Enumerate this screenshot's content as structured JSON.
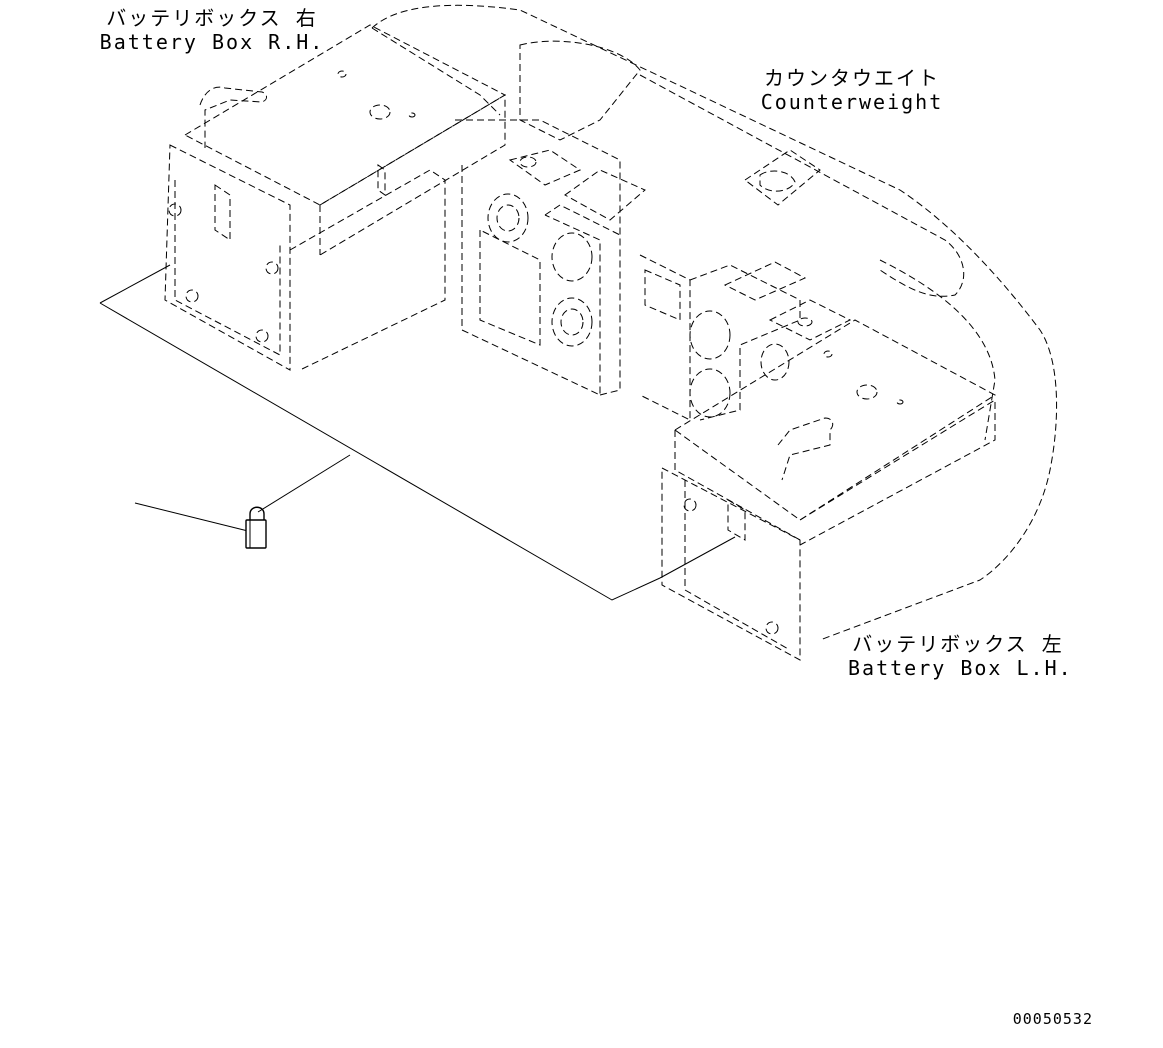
{
  "labels": {
    "battery_box_rh_jp": "バッテリボックス 右",
    "battery_box_rh_en": "Battery Box R.H.",
    "counterweight_jp": "カウンタウエイト",
    "counterweight_en": "Counterweight",
    "battery_box_lh_jp": "バッテリボックス 左",
    "battery_box_lh_en": "Battery Box L.H."
  },
  "drawing_number": "00050532",
  "icons": [
    "padlock-icon"
  ],
  "colors": {
    "line": "#000000",
    "background": "#ffffff"
  }
}
